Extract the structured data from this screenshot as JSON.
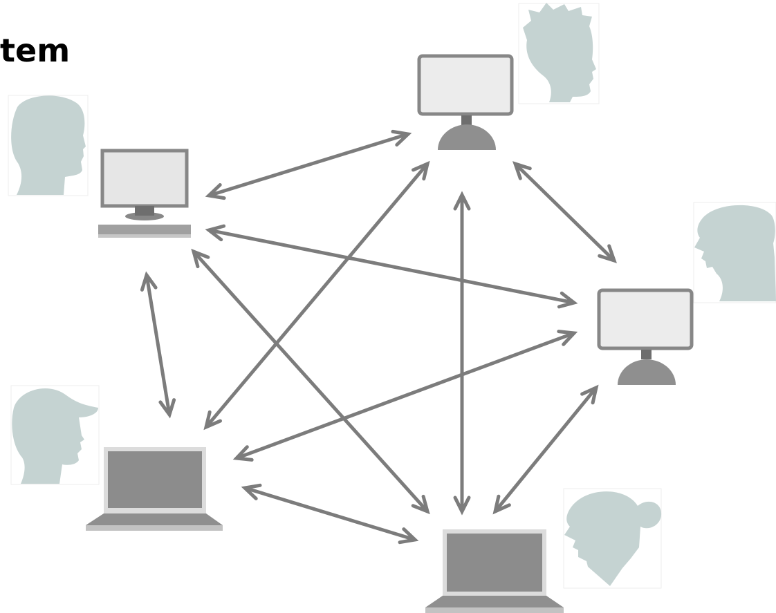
{
  "title": "tem",
  "colors": {
    "connector": "#7c7c7c",
    "silhouette": "#c5d3d2",
    "device_dark": "#878787",
    "screen_light": "#ececec",
    "laptop_screen": "#8c8c8c"
  },
  "nodes": [
    {
      "id": "desktop-top-left",
      "device": "desktop-computer-icon",
      "person": "man-silhouette-icon"
    },
    {
      "id": "monitor-top",
      "device": "monitor-icon",
      "person": "spiky-hair-silhouette-icon"
    },
    {
      "id": "monitor-right",
      "device": "monitor-icon",
      "person": "man-silhouette-icon"
    },
    {
      "id": "laptop-bottom-left",
      "device": "laptop-icon",
      "person": "cap-wearer-silhouette-icon"
    },
    {
      "id": "laptop-bottom",
      "device": "laptop-icon",
      "person": "woman-silhouette-icon"
    }
  ],
  "connections": [
    [
      "desktop-top-left",
      "monitor-top"
    ],
    [
      "desktop-top-left",
      "monitor-right"
    ],
    [
      "desktop-top-left",
      "laptop-bottom-left"
    ],
    [
      "desktop-top-left",
      "laptop-bottom"
    ],
    [
      "monitor-top",
      "monitor-right"
    ],
    [
      "monitor-top",
      "laptop-bottom-left"
    ],
    [
      "monitor-top",
      "laptop-bottom"
    ],
    [
      "monitor-right",
      "laptop-bottom-left"
    ],
    [
      "monitor-right",
      "laptop-bottom"
    ],
    [
      "laptop-bottom-left",
      "laptop-bottom"
    ]
  ]
}
